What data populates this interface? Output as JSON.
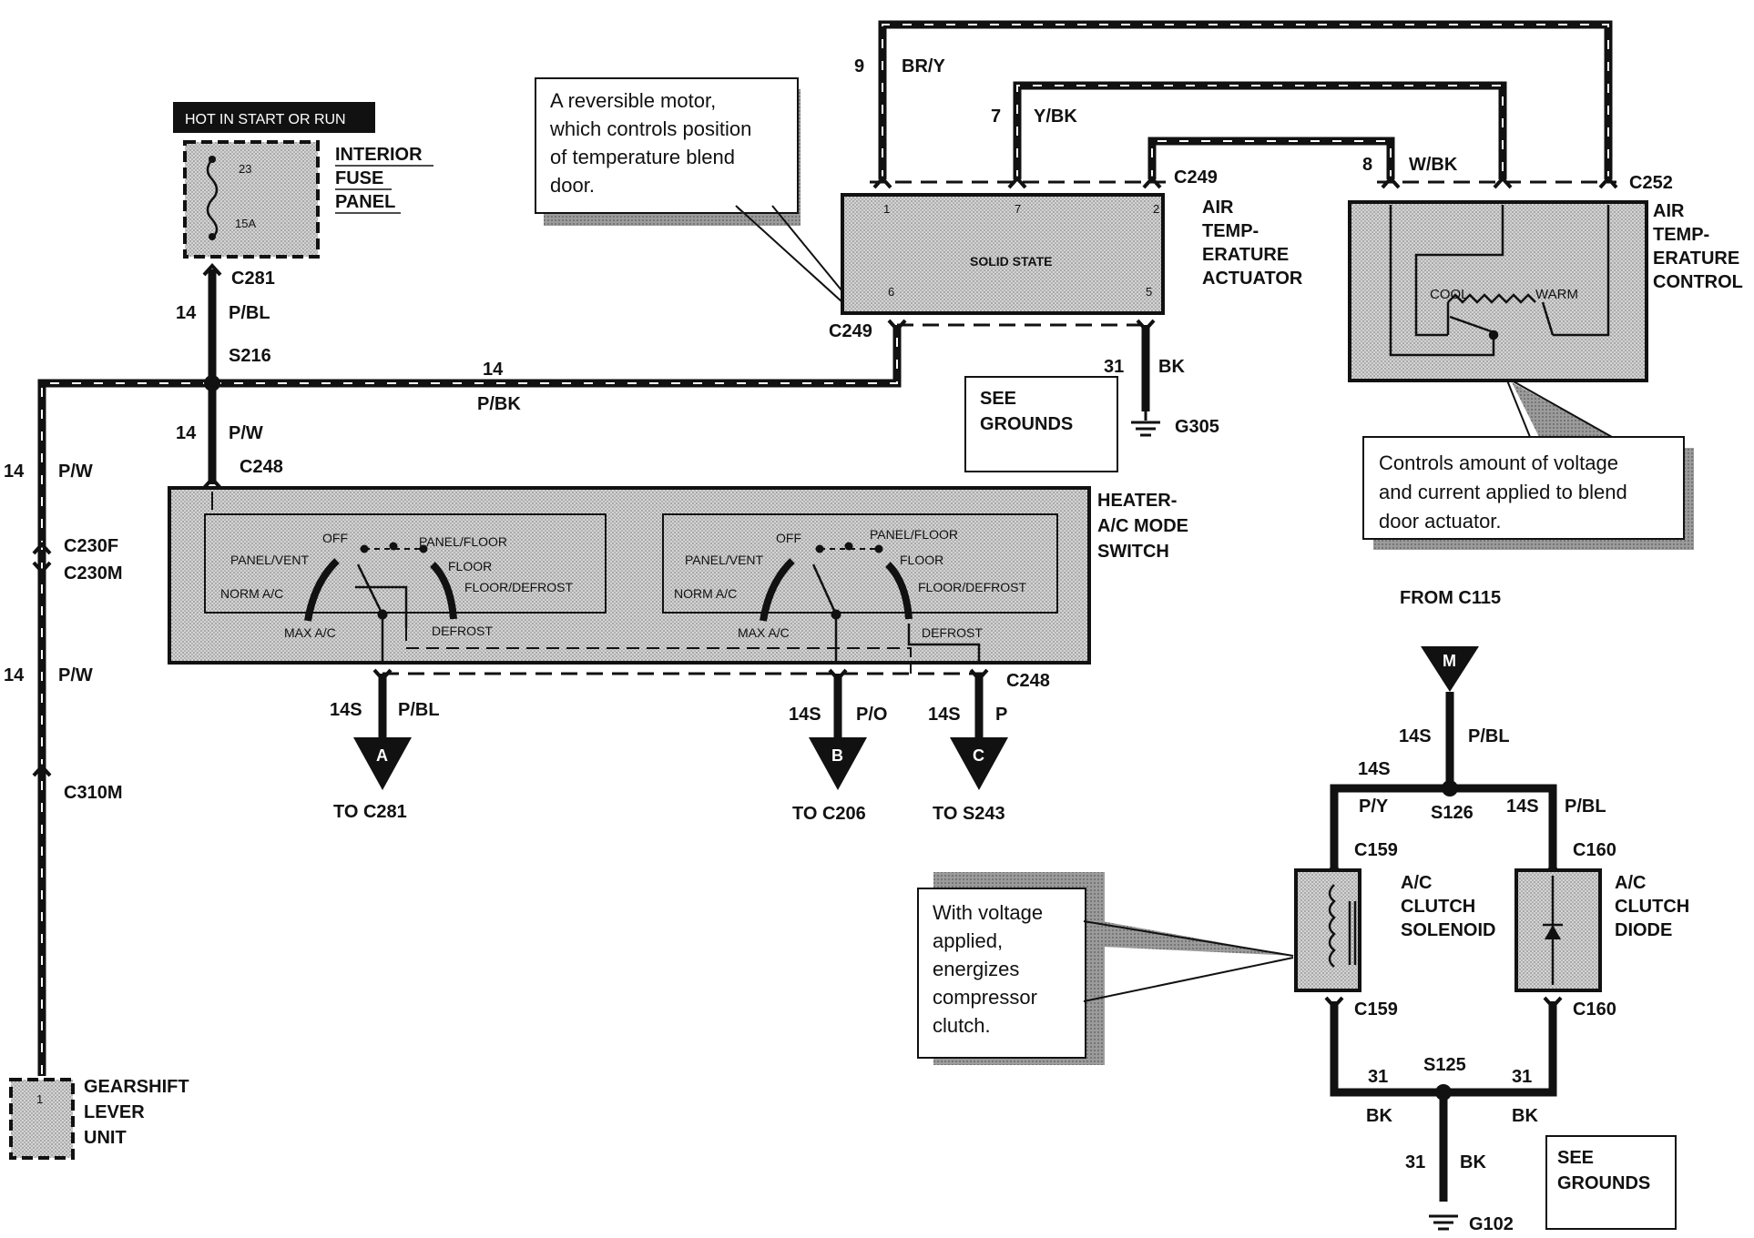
{
  "fuse_panel": {
    "header": "HOT IN START OR RUN",
    "fuse_number": "23",
    "fuse_rating": "15A",
    "name_lines": [
      "INTERIOR",
      "FUSE",
      "PANEL"
    ]
  },
  "connectors": {
    "c281": "C281",
    "s216": "S216",
    "c248_top": "C248",
    "c230f": "C230F",
    "c230m": "C230M",
    "c310m": "C310M",
    "c249_top": "C249",
    "c249_bottom": "C249",
    "c252": "C252",
    "c248_bottom": "C248",
    "s126": "S126",
    "c159_top": "C159",
    "c159_bottom": "C159",
    "c160_top": "C160",
    "c160_bottom": "C160",
    "s125": "S125",
    "g305": "G305",
    "g102": "G102"
  },
  "wires": {
    "w14_pbl_gauge": "14",
    "w14_pbl_color": "P/BL",
    "w14_pbk_gauge": "14",
    "w14_pbk_color": "P/BK",
    "w14_pw_gauge_a": "14",
    "w14_pw_color_a": "P/W",
    "w14_pw_gauge_left1": "14",
    "w14_pw_color_left1": "P/W",
    "w14_pw_gauge_left2": "14",
    "w14_pw_color_left2": "P/W",
    "w9_gauge": "9",
    "w9_color": "BR/Y",
    "w7_gauge": "7",
    "w7_color": "Y/BK",
    "w8_gauge": "8",
    "w8_color": "W/BK",
    "w31_gauge": "31",
    "w31_color": "BK",
    "out_a_gauge": "14S",
    "out_a_color": "P/BL",
    "out_b_gauge": "14S",
    "out_b_color": "P/O",
    "out_c_gauge": "14S",
    "out_c_color": "P",
    "m_gauge": "14S",
    "m_color": "P/BL",
    "py_gauge": "14S",
    "py_color": "P/Y",
    "pbl2_gauge": "14S",
    "pbl2_color": "P/BL",
    "g31_left_gauge": "31",
    "g31_left_color": "BK",
    "g31_right_gauge": "31",
    "g31_right_color": "BK",
    "g31_down_gauge": "31",
    "g31_down_color": "BK"
  },
  "callouts": {
    "motor": [
      "A reversible motor,",
      "which controls position",
      "of temperature blend",
      "door."
    ],
    "control": [
      "Controls amount of voltage",
      "and current applied to blend",
      "door actuator."
    ],
    "clutch": [
      "With voltage",
      "applied,",
      "energizes",
      "compressor",
      "clutch."
    ]
  },
  "actuator": {
    "inner_text": "SOLID STATE",
    "pins": [
      "1",
      "7",
      "2",
      "6",
      "5"
    ],
    "name_lines": [
      "AIR",
      "TEMP-",
      "ERATURE",
      "ACTUATOR"
    ]
  },
  "control": {
    "cool": "COOL",
    "warm": "WARM",
    "name_lines": [
      "AIR",
      "TEMP-",
      "ERATURE",
      "CONTROL"
    ]
  },
  "see_grounds_1": [
    "SEE",
    "GROUNDS"
  ],
  "see_grounds_2": [
    "SEE",
    "GROUNDS"
  ],
  "mode_switch": {
    "name_lines": [
      "HEATER-",
      "A/C MODE",
      "SWITCH"
    ],
    "positions": {
      "off": "OFF",
      "panel_vent": "PANEL/VENT",
      "norm_ac": "NORM A/C",
      "max_ac": "MAX A/C",
      "panel_floor": "PANEL/FLOOR",
      "floor": "FLOOR",
      "floor_defrost": "FLOOR/DEFROST",
      "defrost": "DEFROST"
    }
  },
  "outputs": {
    "a_letter": "A",
    "a_dest": "TO C281",
    "b_letter": "B",
    "b_dest": "TO C206",
    "c_letter": "C",
    "c_dest": "TO S243"
  },
  "from_c115": "FROM C115",
  "m_letter": "M",
  "solenoid": [
    "A/C",
    "CLUTCH",
    "SOLENOID"
  ],
  "diode": [
    "A/C",
    "CLUTCH",
    "DIODE"
  ],
  "gearshift": {
    "pin": "1",
    "name_lines": [
      "GEARSHIFT",
      "LEVER",
      "UNIT"
    ]
  }
}
